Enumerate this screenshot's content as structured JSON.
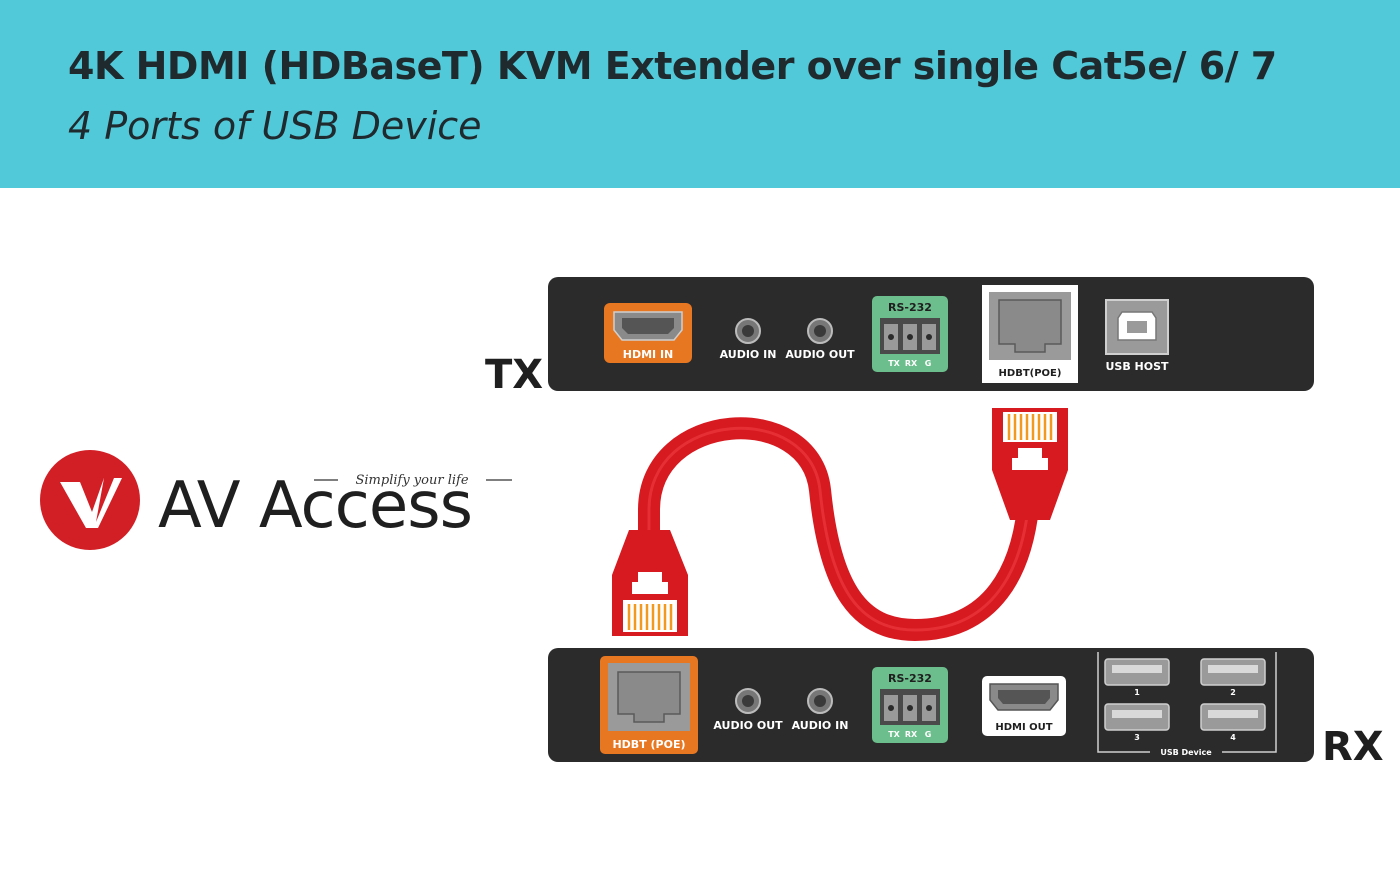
{
  "header": {
    "title": "4K HDMI (HDBaseT) KVM Extender over single Cat5e/ 6/ 7",
    "subtitle": "4 Ports of USB Device"
  },
  "logo": {
    "brand": "AV Access",
    "tagline": "Simplify your life",
    "icon": "av-access-logo-icon",
    "color": "#d21f26"
  },
  "tx": {
    "label": "TX",
    "ports": {
      "hdmi_in": "HDMI IN",
      "audio_in": "AUDIO IN",
      "audio_out": "AUDIO OUT",
      "rs232": "RS-232",
      "rs232_pins": [
        "TX",
        "RX",
        "G"
      ],
      "hdbt": "HDBT(POE)",
      "usb_host": "USB HOST"
    }
  },
  "rx": {
    "label": "RX",
    "ports": {
      "hdbt": "HDBT (POE)",
      "audio_out": "AUDIO OUT",
      "audio_in": "AUDIO IN",
      "rs232": "RS-232",
      "rs232_pins": [
        "TX",
        "RX",
        "G"
      ],
      "hdmi_out": "HDMI OUT",
      "usb_numbers": [
        "1",
        "2",
        "3",
        "4"
      ],
      "usb_device": "USB Device"
    }
  },
  "colors": {
    "banner": "#52c9d9",
    "device_body": "#2b2b2b",
    "hdmi_orange": "#e87722",
    "rs232_green": "#6cbf8c",
    "cable_red": "#d71920"
  }
}
